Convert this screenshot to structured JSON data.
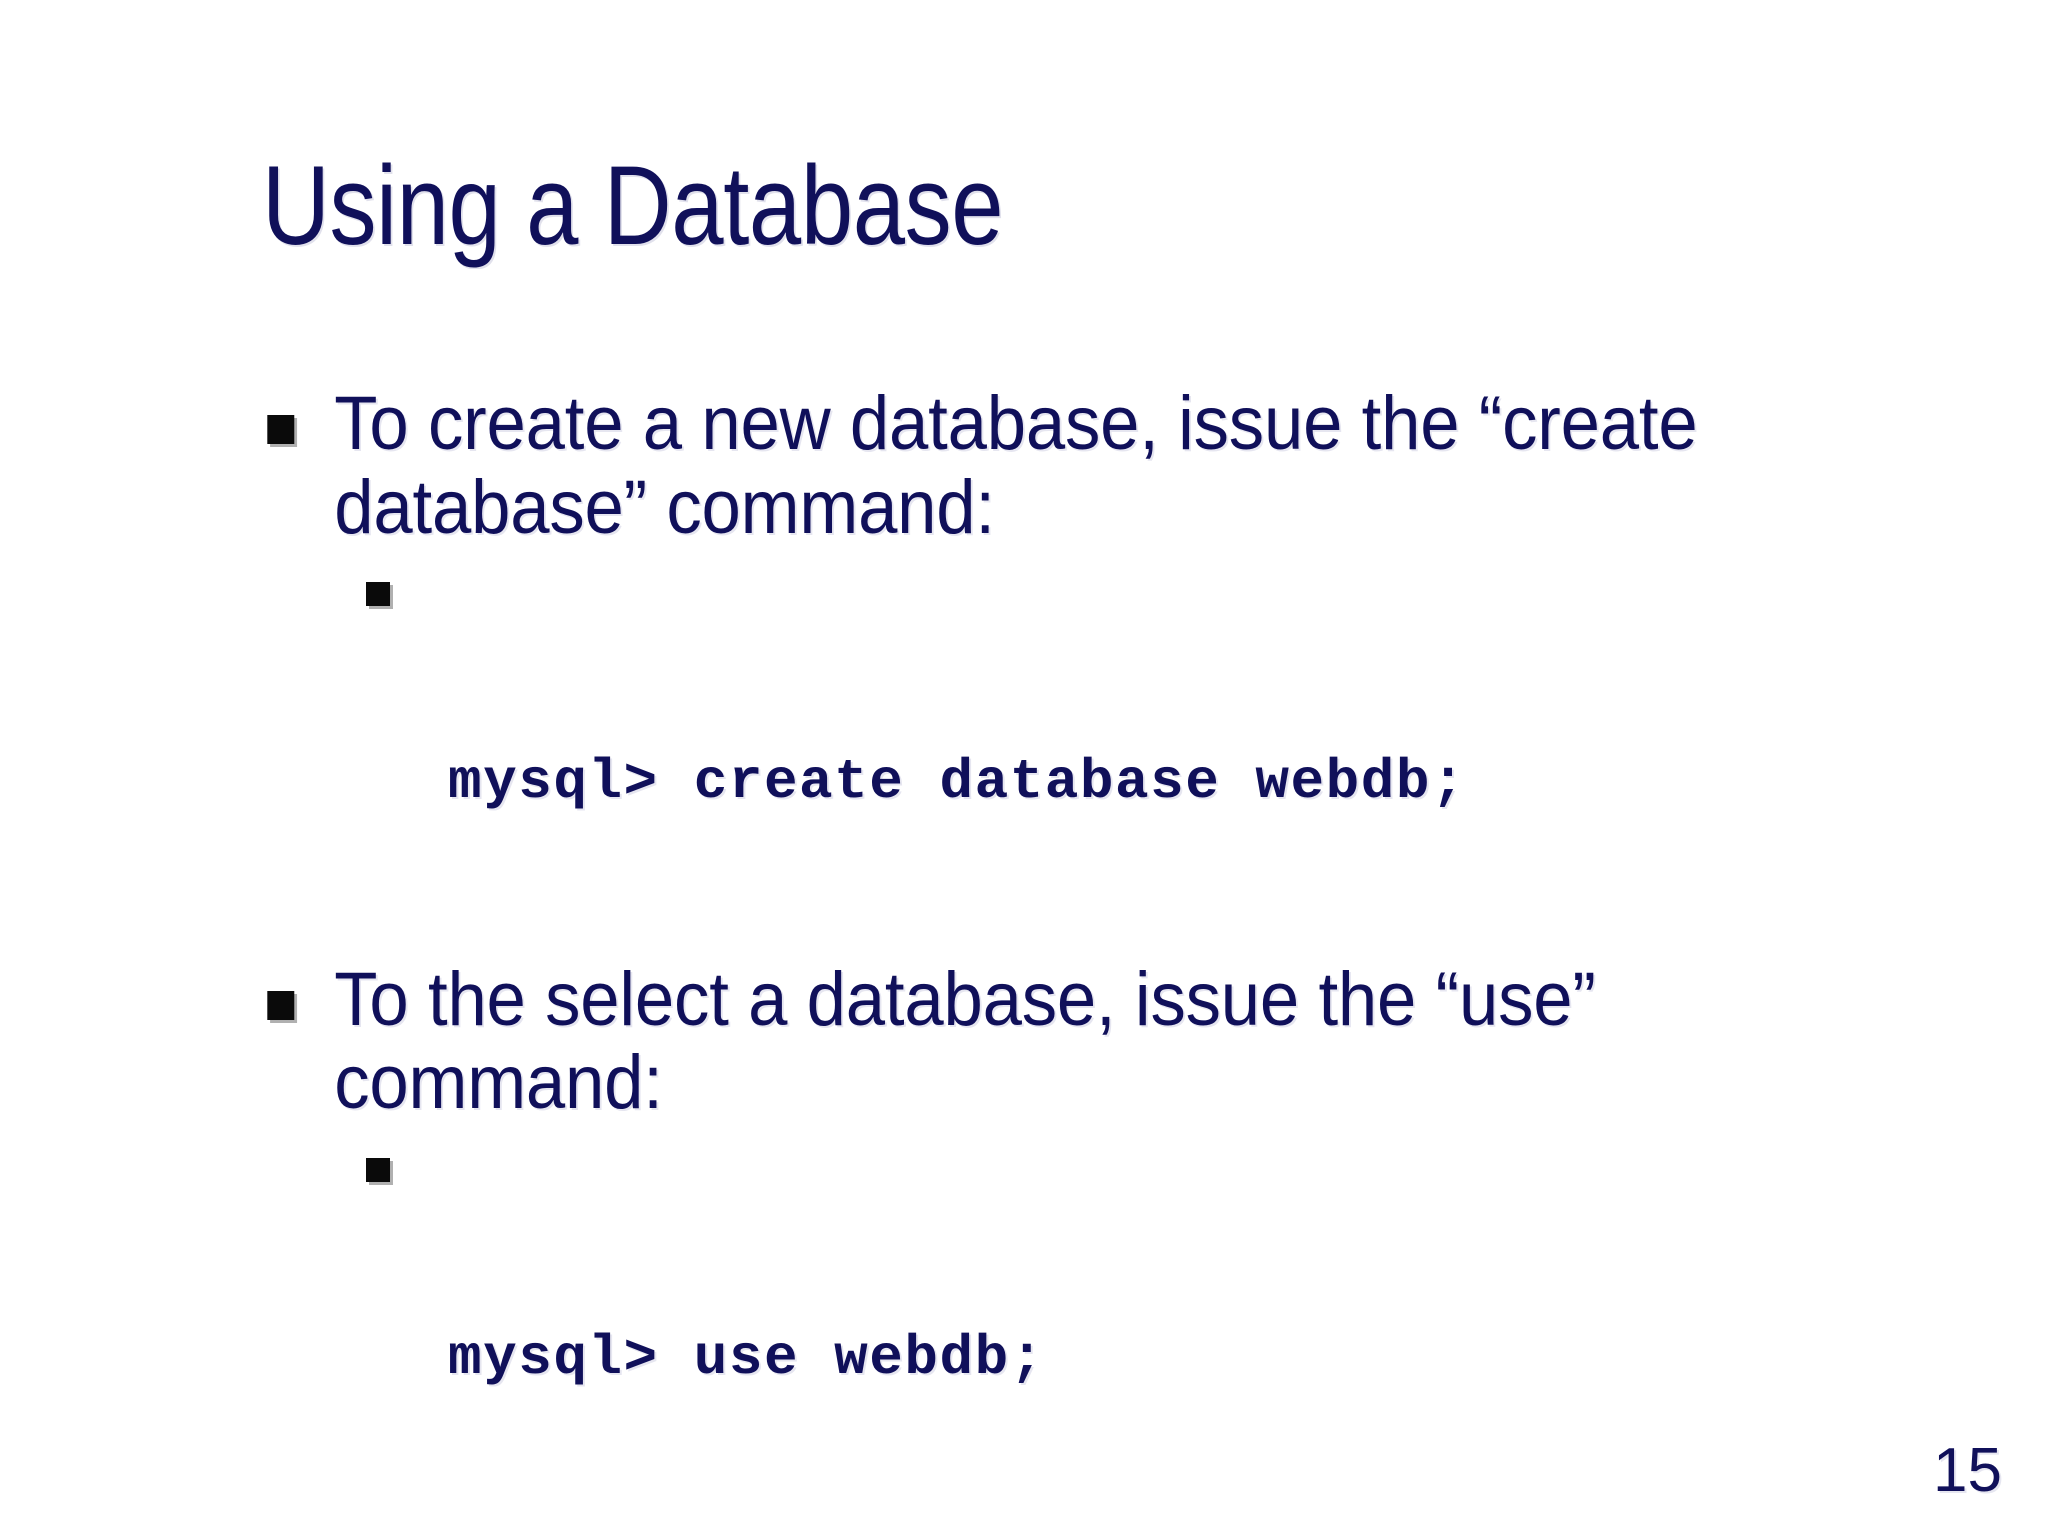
{
  "slide": {
    "title": "Using a Database",
    "page_number": "15",
    "background_color": "#ffffff",
    "text_color": "#10105a",
    "marker_color": "#0a0a0a",
    "bullets": [
      {
        "level": 1,
        "marker": "square-bullet",
        "text": "To create a new database, issue the “create database” command:"
      },
      {
        "level": 2,
        "marker": "square-bullet",
        "text": "mysql> create database webdb;"
      },
      {
        "level": 1,
        "marker": "square-bullet",
        "text": "To the select a database, issue the “use” command:"
      },
      {
        "level": 2,
        "marker": "square-bullet",
        "text": "mysql> use webdb;"
      }
    ]
  }
}
